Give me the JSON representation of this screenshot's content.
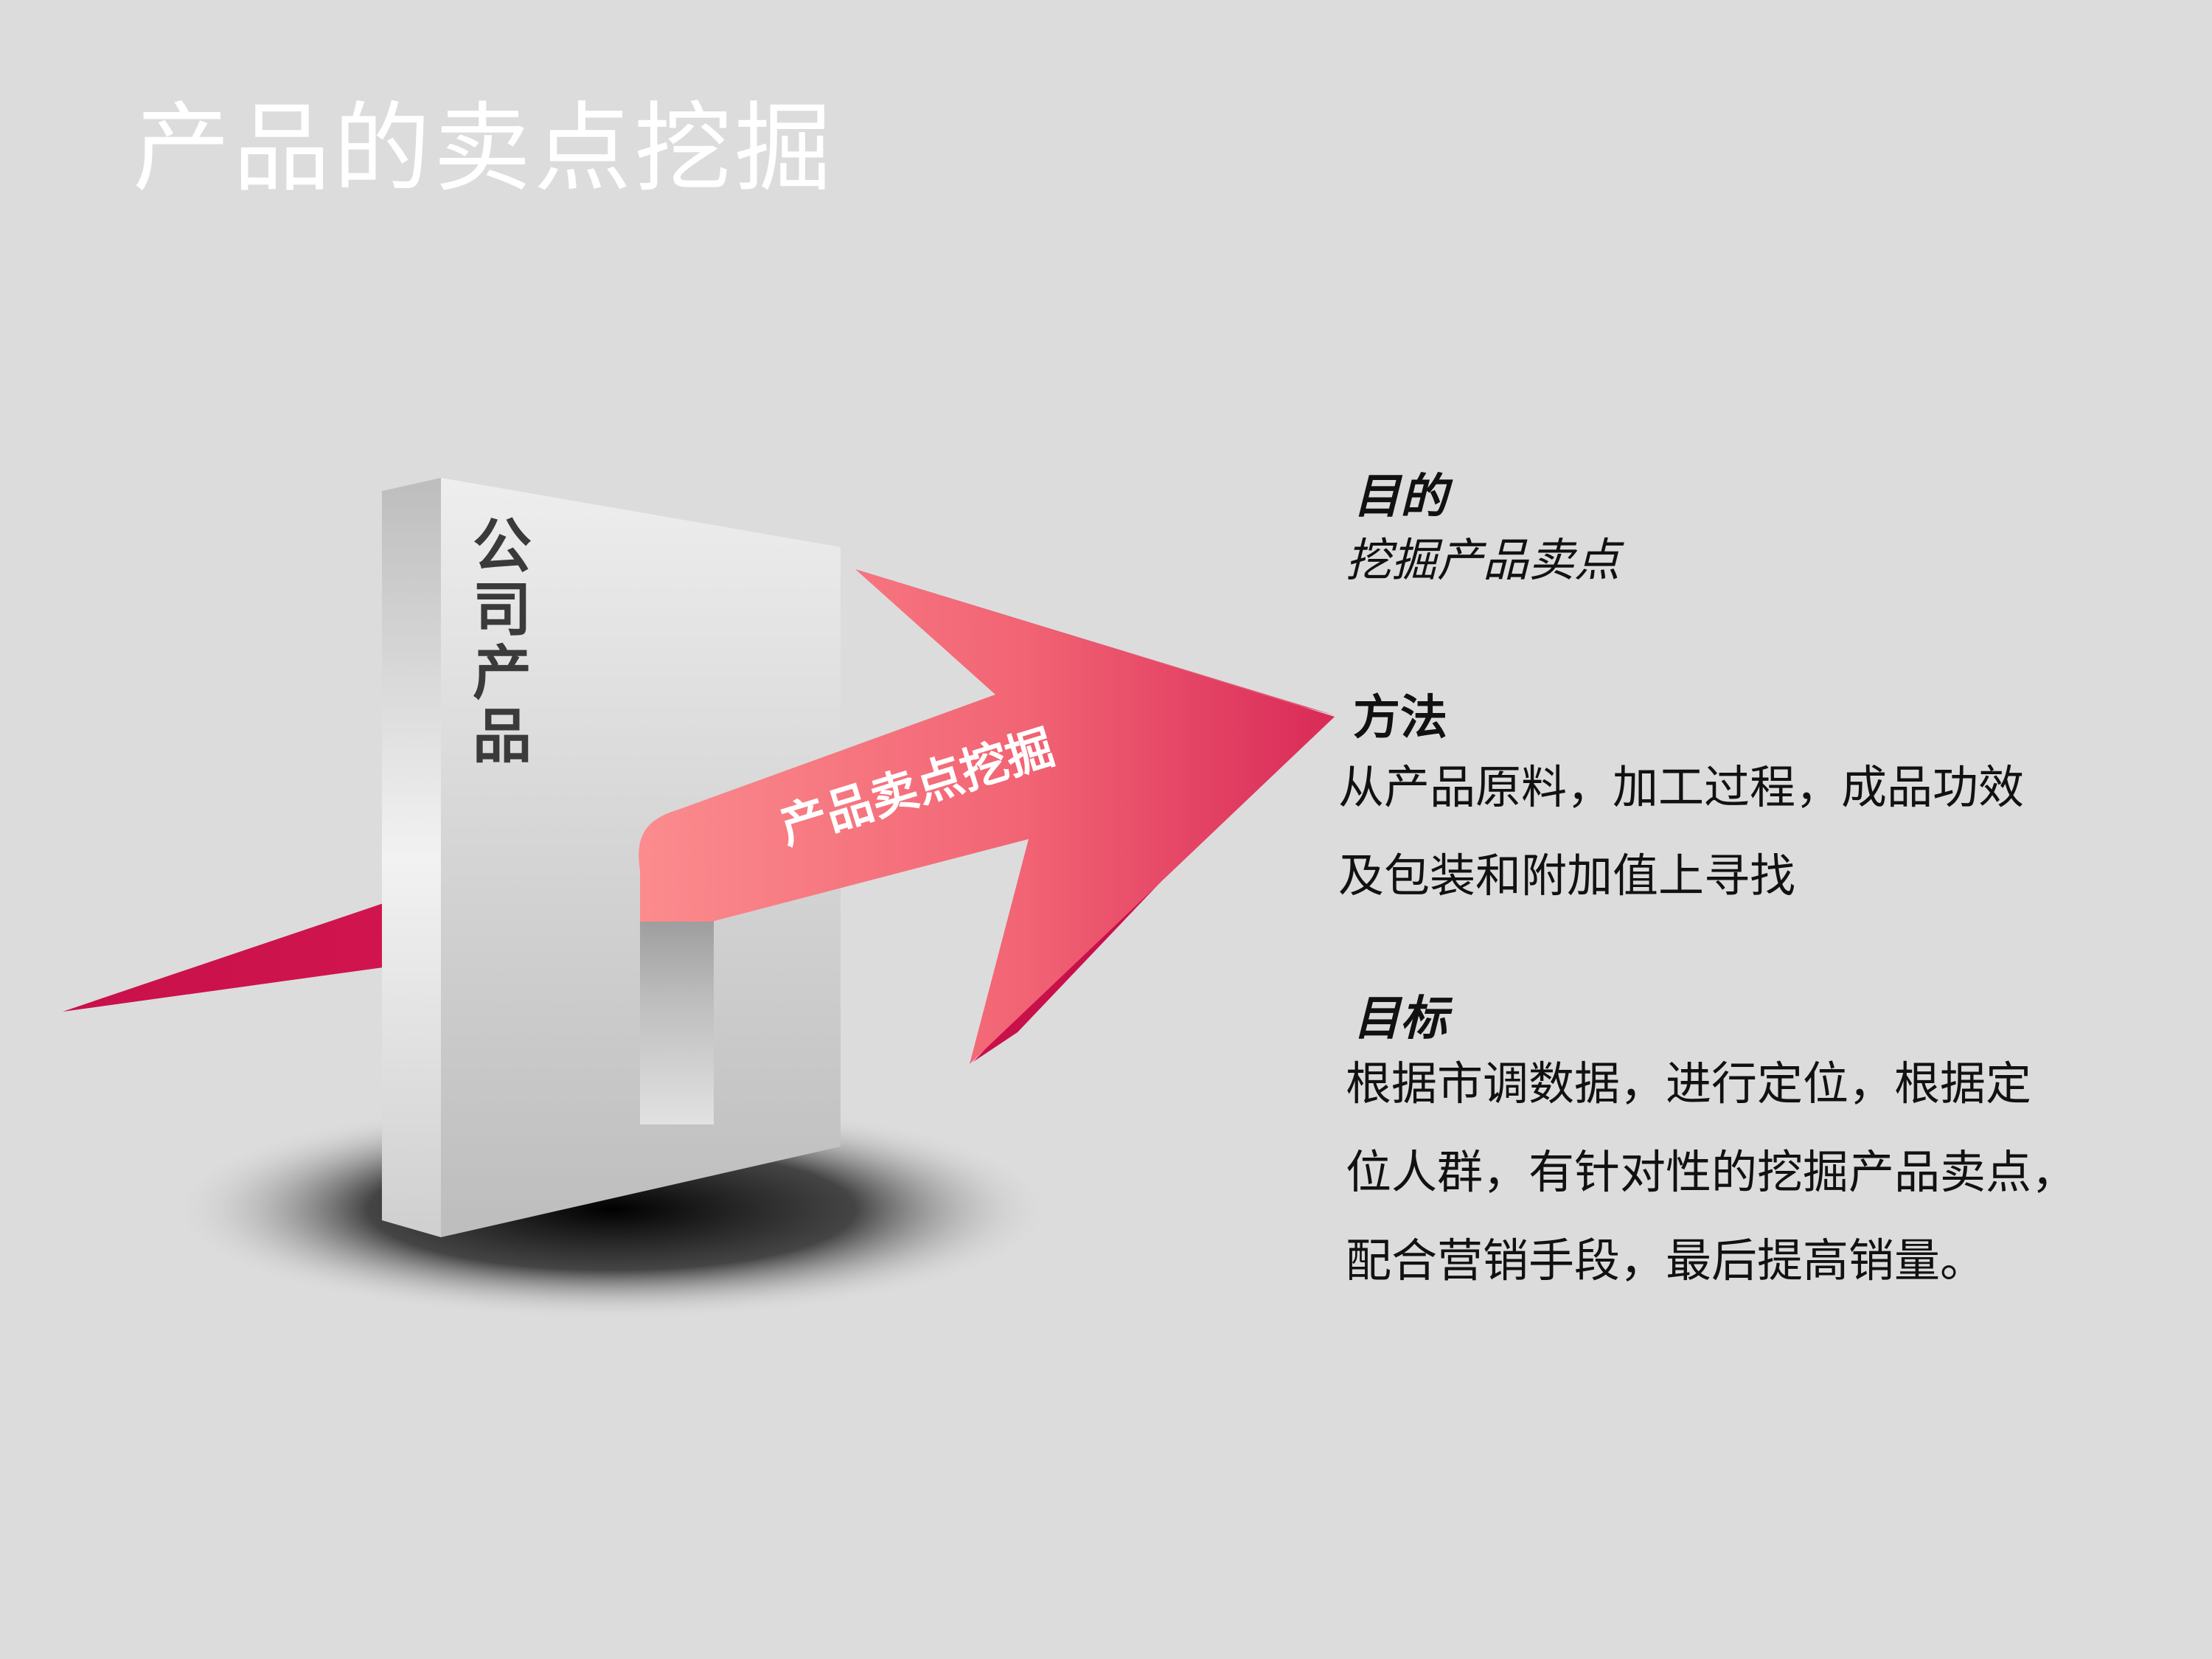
{
  "slide": {
    "title": "产品的卖点挖掘"
  },
  "diagram": {
    "box_label": "公司产品",
    "arrow_label": "产品卖点挖掘",
    "colors": {
      "arrow_light": "#f98a8e",
      "arrow_dark": "#e0305a",
      "arrow_shadow": "#c8104a",
      "box_face": "#e4e4e4",
      "box_side": "#c8c8c8",
      "background": "#dcdcdc"
    }
  },
  "sections": {
    "purpose": {
      "heading": "目的",
      "lines": [
        "挖掘产品卖点"
      ]
    },
    "method": {
      "heading": "方法",
      "lines": [
        "从产品原料，加工过程，成品功效",
        "及包装和附加值上寻找"
      ]
    },
    "goal": {
      "heading": "目标",
      "lines": [
        "根据市调数据，进行定位，根据定",
        "位人群，有针对性的挖掘产品卖点，",
        "配合营销手段，最后提高销量。"
      ]
    }
  }
}
